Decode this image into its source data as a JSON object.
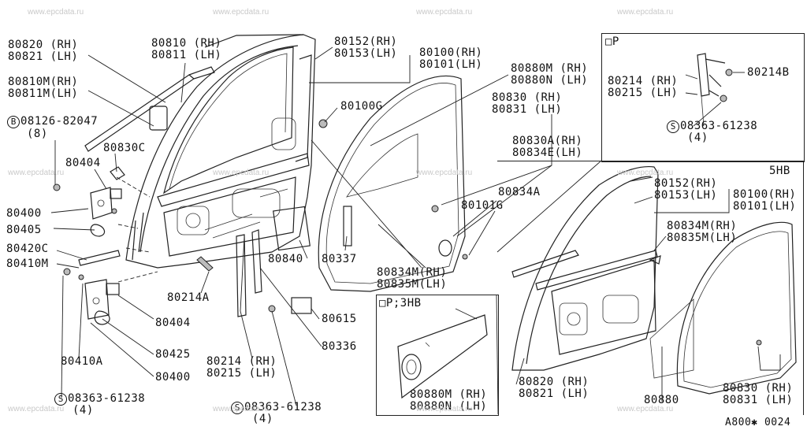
{
  "watermark": "www.epcdata.ru",
  "figure_code": "A800✱ 0024",
  "boxes": {
    "op_label": "□P",
    "op3hb_label": "□P;3HB",
    "hb5_label": "5HB"
  },
  "labels": {
    "l80820": "80820 (RH)\n80821 (LH)",
    "l80810": "80810 (RH)\n80811 (LH)",
    "l80152": "80152(RH)\n80153(LH)",
    "l80100": "80100(RH)\n80101(LH)",
    "l80810m": "80810M(RH)\n80811M(LH)",
    "l80100g": "80100G",
    "l80880m": "80880M (RH)\n80880N (LH)",
    "l08126_code": "08126-82047",
    "l08126_qty": "(8)",
    "l80830c": "80830C",
    "l80830": "80830 (RH)\n80831 (LH)",
    "l80830a": "80830A(RH)\n80834E(LH)",
    "l80404a": "80404",
    "l80400a": "80400",
    "l80405": "80405",
    "l80420c": "80420C",
    "l80410m": "80410M",
    "l80834a": "80834A",
    "l80101g": "80101G",
    "l80840": "80840",
    "l80337": "80337",
    "l80834m": "80834M(RH)\n80835M(LH)",
    "l80214a": "80214A",
    "l80404b": "80404",
    "l80425": "80425",
    "l80410a": "80410A",
    "l80400b": "80400",
    "l80214": "80214 (RH)\n80215 (LH)",
    "l80615": "80615",
    "l80336": "80336",
    "l08363a_code": "08363-61238",
    "l08363a_qty": "(4)",
    "l08363b_code": "08363-61238",
    "l08363b_qty": "(4)",
    "p_80214": "80214 (RH)\n80215 (LH)",
    "p_80214b": "80214B",
    "p_08363_code": "08363-61238",
    "p_08363_qty": "(4)",
    "hb_80152": "80152(RH)\n80153(LH)",
    "hb_80100": "80100(RH)\n80101(LH)",
    "hb_80834m": "80834M(RH)\n80835M(LH)",
    "hb_80820": "80820 (RH)\n80821 (LH)",
    "hb_80880": "80880",
    "hb_80830": "80830 (RH)\n80831 (LH)",
    "p3_80880m": "80880M (RH)\n80880N (LH)"
  },
  "symbols": {
    "bolt": "B",
    "screw": "S"
  }
}
